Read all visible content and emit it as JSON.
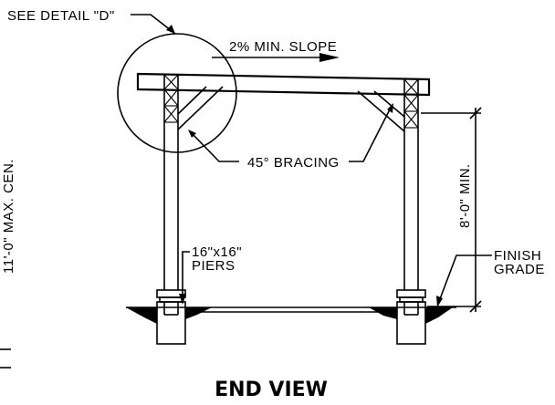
{
  "labels": {
    "see_detail": "SEE DETAIL \"D\"",
    "slope": "2% MIN. SLOPE",
    "bracing": "45° BRACING",
    "height": "8'-0\" MIN.",
    "piers_line1": "16\"x16\"",
    "piers_line2": "PIERS",
    "finish_line1": "FINISH",
    "finish_line2": "GRADE",
    "left_edge_spacing": "11'-0\" MAX. CEN."
  },
  "title": "END VIEW"
}
